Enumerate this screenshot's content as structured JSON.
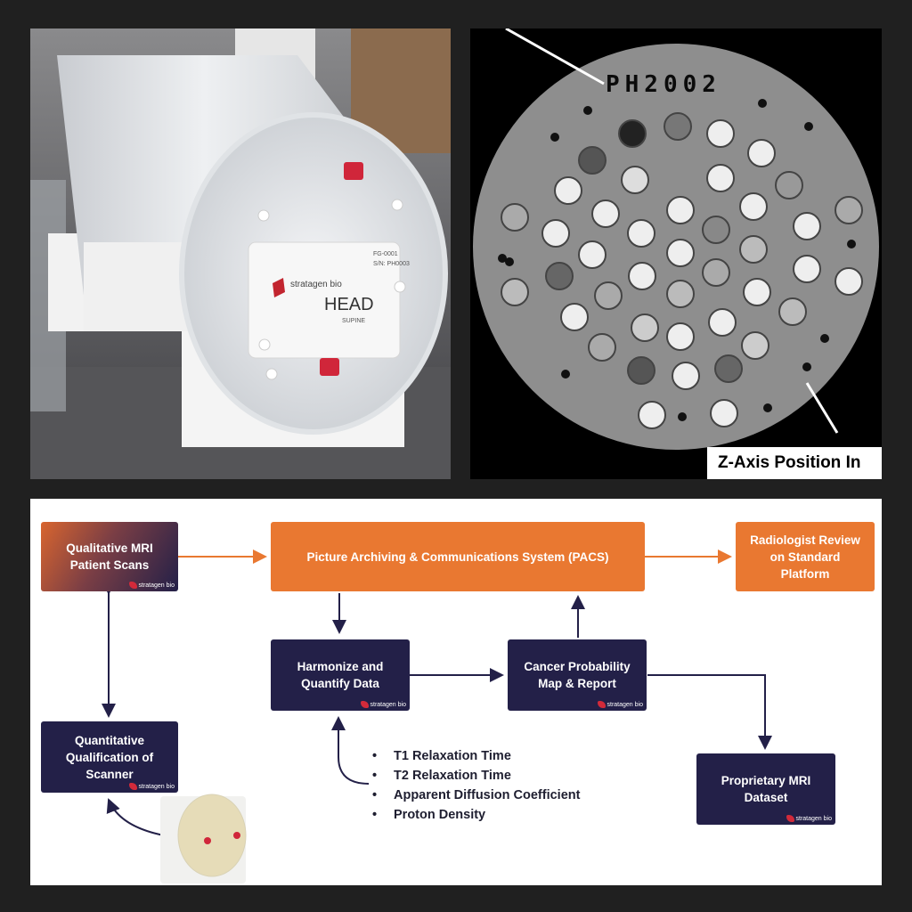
{
  "photo": {
    "label_brand": "stratagen bio",
    "label_title": "HEAD",
    "label_sub": "SUPINE",
    "label_model": "FG-0001",
    "label_serial": "S/N: PH0003"
  },
  "mri": {
    "phantom_id": "PH2002",
    "z_axis_label": "Z-Axis Position In"
  },
  "diagram": {
    "logo_text": "stratagen bio",
    "boxes": {
      "qualitative": "Qualitative MRI Patient Scans",
      "pacs": "Picture Archiving & Communications System (PACS)",
      "radiologist": "Radiologist Review on Standard Platform",
      "harmonize": "Harmonize and Quantify Data",
      "cancer": "Cancer Probability Map & Report",
      "quantitative": "Quantitative Qualification of Scanner",
      "dataset": "Proprietary MRI Dataset"
    },
    "bullets": [
      "T1 Relaxation Time",
      "T2 Relaxation Time",
      "Apparent Diffusion Coefficient",
      "Proton Density"
    ]
  },
  "colors": {
    "navy": "#232048",
    "orange": "#e97831",
    "brand_red": "#d22a3a"
  }
}
